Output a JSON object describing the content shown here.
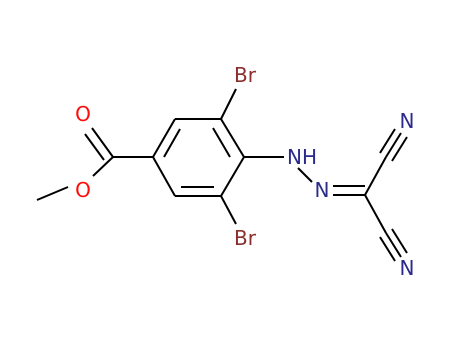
{
  "molecule": {
    "atoms": [
      {
        "id": "br_top",
        "label": "Br",
        "color": "#8b2e2e"
      },
      {
        "id": "br_bottom",
        "label": "Br",
        "color": "#8b2e2e"
      },
      {
        "id": "nh",
        "label": "NH",
        "color": "#2b2b8c"
      },
      {
        "id": "n_imine",
        "label": "N",
        "color": "#2b2b8c"
      },
      {
        "id": "n_nitrile_top",
        "label": "N",
        "color": "#2b2b8c"
      },
      {
        "id": "n_nitrile_bottom",
        "label": "N",
        "color": "#2b2b8c"
      },
      {
        "id": "o_carbonyl",
        "label": "O",
        "color": "#ff0d0d"
      },
      {
        "id": "o_ester",
        "label": "O",
        "color": "#ff0d0d"
      }
    ],
    "colors": {
      "bond": "#000000",
      "bromine": "#8b2e2e",
      "nitrogen": "#2b2b8c",
      "oxygen": "#ff0d0d"
    }
  }
}
